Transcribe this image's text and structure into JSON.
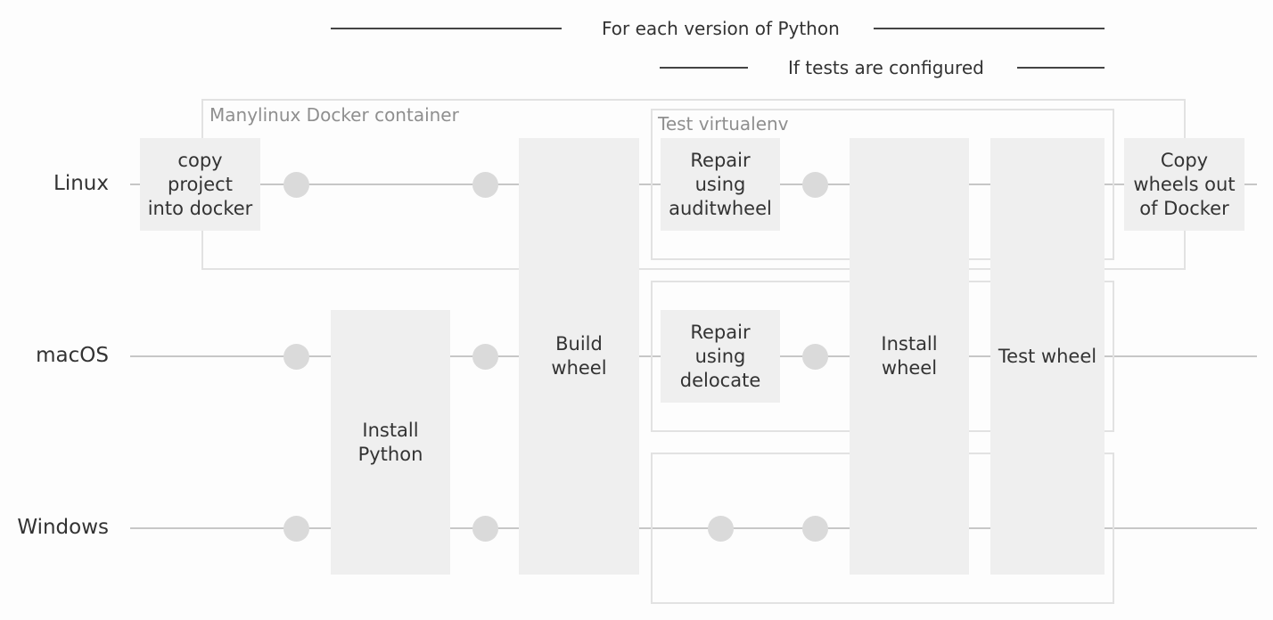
{
  "headers": {
    "for_each_python": "For each version of Python",
    "if_tests": "If tests are configured"
  },
  "rows": {
    "linux": "Linux",
    "macos": "macOS",
    "windows": "Windows"
  },
  "containers": {
    "manylinux": "Manylinux Docker container",
    "test_virtualenv": "Test virtualenv"
  },
  "steps": {
    "copy_into_docker": "copy\nproject\ninto docker",
    "install_python": "Install\nPython",
    "build_wheel": "Build\nwheel",
    "repair_auditwheel": "Repair\nusing\nauditwheel",
    "repair_delocate": "Repair\nusing\ndelocate",
    "install_wheel": "Install\nwheel",
    "test_wheel": "Test wheel",
    "copy_out_docker": "Copy\nwheels out\nof Docker"
  }
}
